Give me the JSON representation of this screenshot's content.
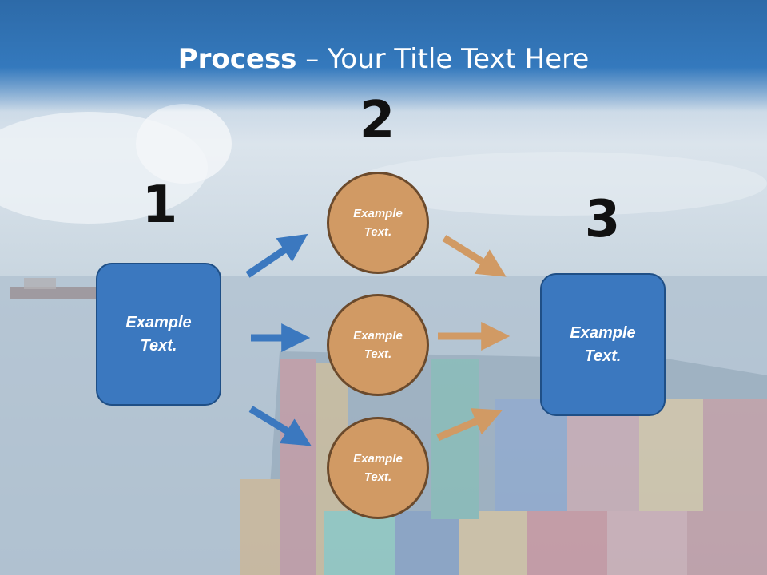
{
  "title": {
    "bold": "Process",
    "rest": " – Your Title Text Here"
  },
  "steps": {
    "one": {
      "number": "1",
      "text": "Example Text."
    },
    "two": {
      "number": "2",
      "circles": [
        "Example Text.",
        "Example Text.",
        "Example Text."
      ]
    },
    "three": {
      "number": "3",
      "text": "Example Text."
    }
  },
  "colors": {
    "header": "#3479bd",
    "box": "#3b78bf",
    "circle": "#d19a64",
    "blue_arrow": "#3b78bf",
    "orange_arrow": "#d19a64"
  }
}
